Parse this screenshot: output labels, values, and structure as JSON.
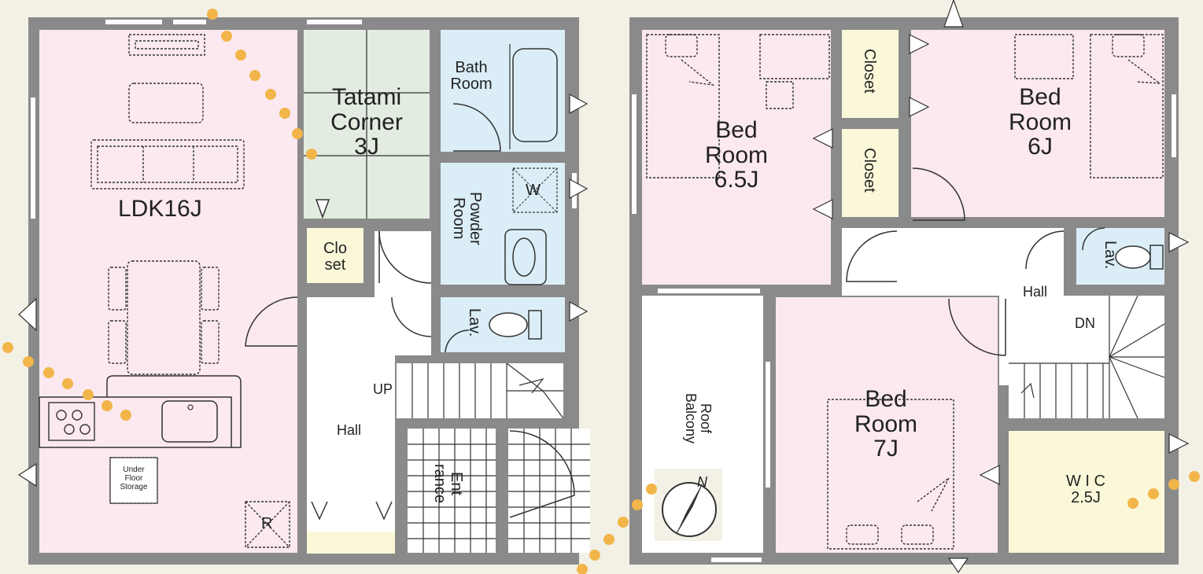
{
  "floor1": {
    "ldk": "LDK16J",
    "tatami": [
      "Tatami",
      "Corner",
      "3J"
    ],
    "bath": [
      "Bath",
      "Room"
    ],
    "powder": [
      "Powder",
      "Room"
    ],
    "washer": "W",
    "lav": "Lav.",
    "closet": [
      "Clo",
      "set"
    ],
    "up": "UP",
    "hall": "Hall",
    "entrance": [
      "Ent",
      "rance"
    ],
    "under_floor": [
      "Under",
      "Floor",
      "Storage"
    ],
    "fridge": "R"
  },
  "floor2": {
    "bed1": [
      "Bed",
      "Room",
      "6.5J"
    ],
    "bed2": [
      "Bed",
      "Room",
      "6J"
    ],
    "bed3": [
      "Bed",
      "Room",
      "7J"
    ],
    "closet": "Closet",
    "hall": "Hall",
    "dn": "DN",
    "lav": "Lav.",
    "roof_balcony": [
      "Roof",
      "Balcony"
    ],
    "wic": [
      "W I C",
      "2.5J"
    ],
    "compass_north": "N"
  },
  "colors": {
    "wall": "#8a8a8a",
    "ldk_pink": "#fbe9ef",
    "tatami_green": "#e2ece0",
    "water_blue": "#dbeef7",
    "closet_yellow": "#fbf8d9",
    "sun_path": "#f2b54a"
  }
}
